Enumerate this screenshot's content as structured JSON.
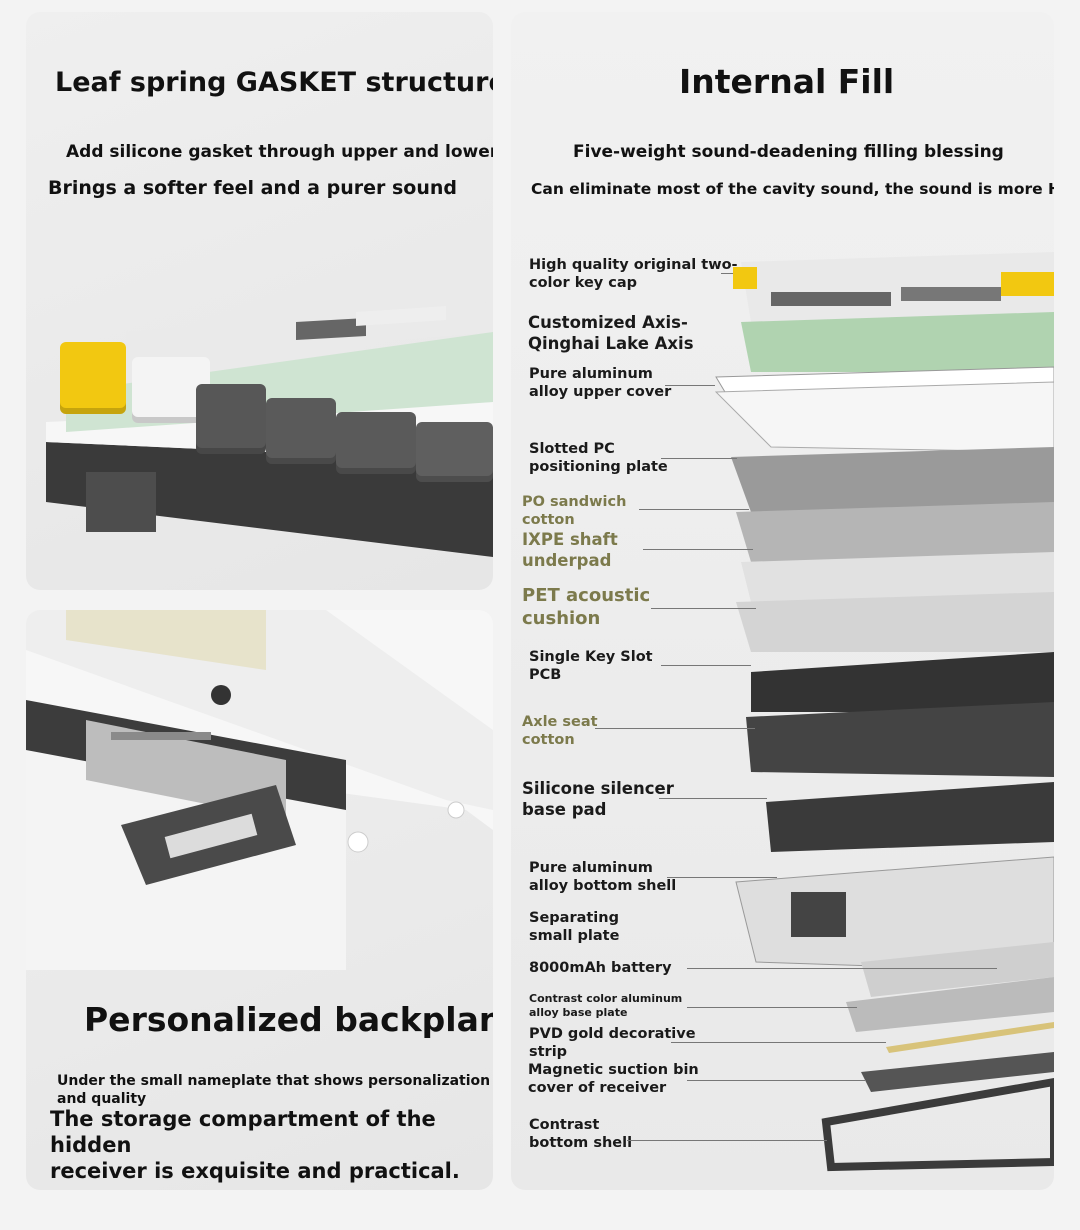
{
  "gasket": {
    "title": "Leaf spring GASKET structure",
    "line1": "Add silicone gasket through upper and lower cover",
    "line2": "Brings a softer feel and a purer sound"
  },
  "backplane": {
    "title": "Personalized backplane",
    "line1": "Under the small nameplate that shows personalization\nand quality",
    "line2": "The storage compartment of the hidden\nreceiver is exquisite and practical."
  },
  "fill": {
    "title": "Internal Fill",
    "line1": "Five-weight sound-deadening filling blessing",
    "line2": "Can eliminate most of the cavity sound, the sound is more HIFI"
  },
  "layers": [
    {
      "label": "High quality original two-\ncolor key cap"
    },
    {
      "label": "Customized Axis-\nQinghai Lake Axis"
    },
    {
      "label": "Pure aluminum\nalloy upper cover"
    },
    {
      "label": "Slotted PC\npositioning plate"
    },
    {
      "label": "PO sandwich\ncotton"
    },
    {
      "label": "IXPE shaft\nunderpad"
    },
    {
      "label": "PET acoustic\ncushion"
    },
    {
      "label": "Single Key Slot\nPCB"
    },
    {
      "label": "Axle seat\ncotton"
    },
    {
      "label": "Silicone silencer\nbase pad"
    },
    {
      "label": "Pure aluminum\nalloy bottom shell"
    },
    {
      "label": "Separating\nsmall plate"
    },
    {
      "label": "8000mAh battery"
    },
    {
      "label": "Contrast color aluminum\nalloy base plate"
    },
    {
      "label": "PVD gold decorative\nstrip"
    },
    {
      "label": "Magnetic suction bin\ncover of receiver"
    },
    {
      "label": "Contrast\nbottom shell"
    }
  ],
  "colors": {
    "accent_yellow": "#f2c811",
    "key_gray": "#555555",
    "key_white": "#f4f4f4",
    "switch_green": "#9ccc9c",
    "olive_label": "#7c7a4c"
  }
}
